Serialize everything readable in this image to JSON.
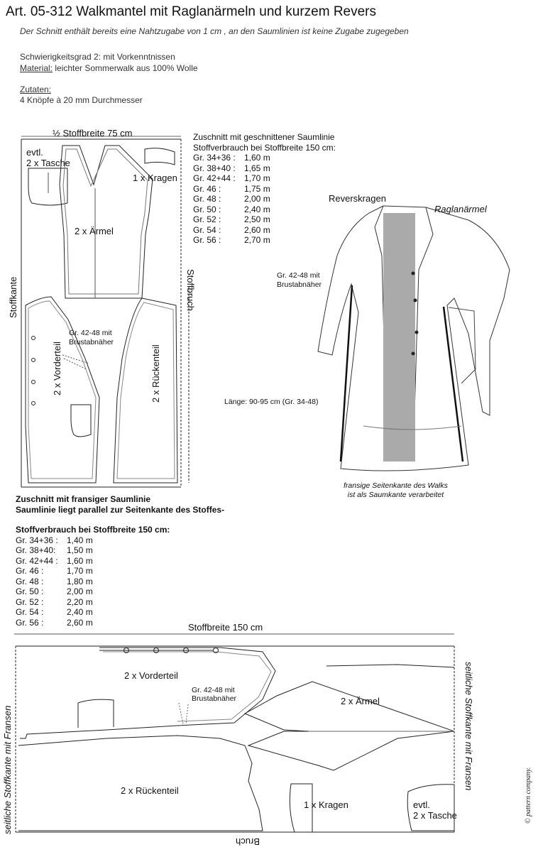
{
  "header": {
    "title": "Art. 05-312 Walkmantel mit Raglanärmeln und kurzem Revers",
    "subtitle": "Der Schnitt enthält bereits eine Nahtzugabe von 1 cm , an den Saumlinien ist keine Zugabe zugegeben",
    "difficulty": "Schwierigkeitsgrad 2: mit Vorkenntnissen",
    "material_label": "Material:",
    "material_value": " leichter Sommerwalk aus 100% Wolle",
    "notions_label": "Zutaten:",
    "notions_value": "4 Knöpfe à 20 mm Durchmesser"
  },
  "layout1": {
    "width_label": "½ Stoffbreite 75 cm",
    "pocket": "evtl.\n2 x Tasche",
    "collar": "1 x Kragen",
    "sleeve": "2 x Ärmel",
    "selvage": "Stoffkante",
    "fold": "Stoffbruch",
    "dart": "Gr. 42-48 mit\nBrustabnäher",
    "front": "2 x Vorderteil",
    "back": "2 x Rückenteil"
  },
  "cut_cut": {
    "heading1": "Zuschnitt mit geschnittener Saumlinie",
    "heading2": "Stoffverbrauch bei Stoffbreite 150 cm:",
    "rows": [
      {
        "size": "Gr. 34+36 :",
        "amount": "1,60 m"
      },
      {
        "size": "Gr. 38+40 :",
        "amount": "1,65 m"
      },
      {
        "size": "Gr. 42+44 :",
        "amount": "1,70 m"
      },
      {
        "size": "Gr. 46 :",
        "amount": "1,75 m"
      },
      {
        "size": "Gr. 48 :",
        "amount": "2,00 m"
      },
      {
        "size": "Gr. 50 :",
        "amount": "2,40 m"
      },
      {
        "size": "Gr. 52 :",
        "amount": "2,50 m"
      },
      {
        "size": "Gr. 54 :",
        "amount": "2,60 m"
      },
      {
        "size": "Gr. 56 :",
        "amount": "2,70 m"
      }
    ]
  },
  "coat": {
    "collar_label": "Reverskragen",
    "sleeve_label": "Raglanärmel",
    "dart_label": "Gr. 42-48 mit\nBrustabnäher",
    "length_label": "Länge: 90-95 cm (Gr. 34-48)",
    "caption": "fransige Seitenkante des Walks\nist als Saumkante verarbeitet"
  },
  "cut_fringe": {
    "heading1": "Zuschnitt mit fransiger Saumlinie",
    "heading2": "Saumlinie liegt parallel zur Seitenkante des Stoffes-",
    "heading3": "Stoffverbrauch bei Stoffbreite 150 cm:",
    "rows": [
      {
        "size": "Gr. 34+36 :",
        "amount": "1,40 m"
      },
      {
        "size": "Gr. 38+40:",
        "amount": "1,50 m"
      },
      {
        "size": "Gr. 42+44 :",
        "amount": "1,60 m"
      },
      {
        "size": "Gr. 46 :",
        "amount": "1,70 m"
      },
      {
        "size": "Gr. 48 :",
        "amount": "1,80 m"
      },
      {
        "size": "Gr. 50 :",
        "amount": "2,00 m"
      },
      {
        "size": "Gr. 52 :",
        "amount": "2,20 m"
      },
      {
        "size": "Gr. 54 :",
        "amount": "2,40 m"
      },
      {
        "size": "Gr. 56 :",
        "amount": "2,60 m"
      }
    ]
  },
  "layout2": {
    "width_label": "Stoffbreite 150 cm",
    "front": "2 x Vorderteil",
    "dart": "Gr. 42-48 mit\nBrustabnäher",
    "sleeve": "2 x Ärmel",
    "back": "2 x Rückenteil",
    "collar": "1 x Kragen",
    "pocket": "evtl.\n2 x Tasche",
    "left_edge": "seitliche Stoffkante mit Fransen",
    "right_edge": "seitliche Stoffkante mit Fransen",
    "fold": "Bruch"
  },
  "brand": "© pattern company."
}
